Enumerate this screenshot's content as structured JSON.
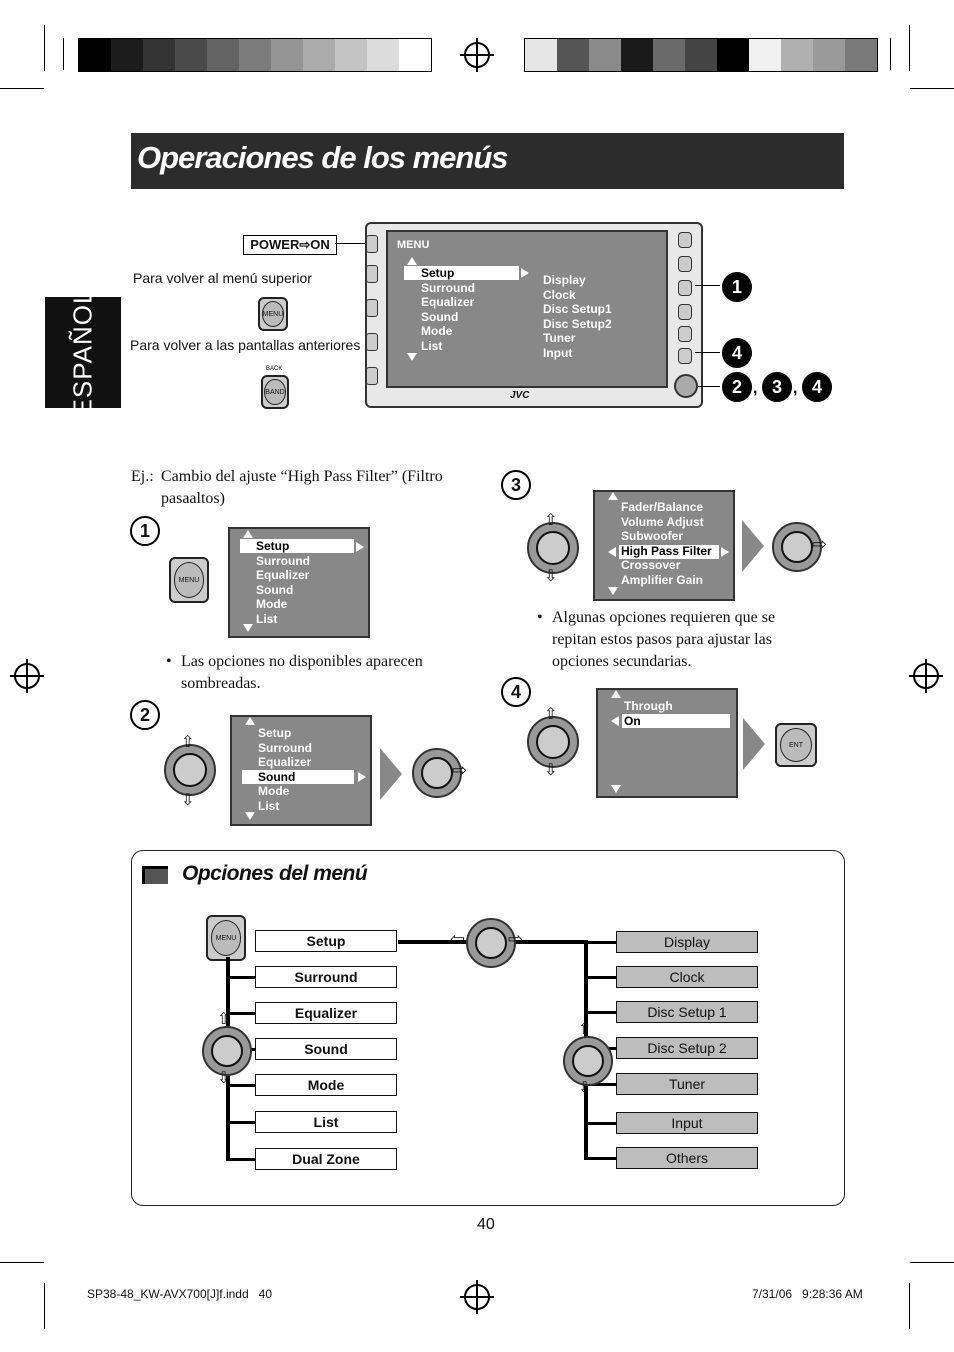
{
  "colors": {
    "title_bg": "#2c2c2c",
    "tab_bg": "#111111",
    "screen_bg": "#888888",
    "option_right_bg": "#bdbdbd"
  },
  "color_bar_left": [
    "#000000",
    "#1c1c1c",
    "#333333",
    "#4a4a4a",
    "#636363",
    "#7b7b7b",
    "#959595",
    "#ababab",
    "#c4c4c4",
    "#dcdcdc",
    "#ffffff"
  ],
  "color_bar_right": [
    "#e6e6e6",
    "#555555",
    "#8a8a8a",
    "#1a1a1a",
    "#6a6a6a",
    "#444444",
    "#000000",
    "#f0f0f0",
    "#b0b0b0",
    "#9a9a9a",
    "#7a7a7a"
  ],
  "title": "Operaciones de los menús",
  "side_tab": "ESPAÑOL",
  "top": {
    "power_label": "POWER⇨ON",
    "return_top": "Para volver al menú superior",
    "return_prev": "Para volver a las pantallas anteriores",
    "menu_btn": "MENU",
    "back_label": "BACK",
    "band_btn": "BAND",
    "screen_title": "MENU",
    "left_items": [
      "Setup",
      "Surround",
      "Equalizer",
      "Sound",
      "Mode",
      "List"
    ],
    "right_items": [
      "Display",
      "Clock",
      "Disc Setup1",
      "Disc Setup2",
      "Tuner",
      "Input"
    ],
    "brand": "JVC",
    "callout_1": "1",
    "callout_4": "4",
    "callout_234": [
      "2",
      "3",
      "4"
    ]
  },
  "example": {
    "intro_prefix": "Ej.:",
    "intro": "Cambio del ajuste “High Pass Filter” (Filtro pasaaltos)",
    "step1_num": "1",
    "step1_items": [
      "Setup",
      "Surround",
      "Equalizer",
      "Sound",
      "Mode",
      "List"
    ],
    "step1_note": "Las opciones no disponibles aparecen sombreadas.",
    "step2_num": "2",
    "step2_items": [
      "Setup",
      "Surround",
      "Equalizer",
      "Sound",
      "Mode",
      "List"
    ],
    "step3_num": "3",
    "step3_items": [
      "Fader/Balance",
      "Volume Adjust",
      "Subwoofer",
      "High Pass Filter",
      "Crossover",
      "Amplifier Gain"
    ],
    "step3_note": "Algunas opciones requieren que se repitan estos pasos para ajustar las opciones secundarias.",
    "step4_num": "4",
    "step4_items": [
      "Through",
      "On"
    ],
    "ent_btn": "ENT"
  },
  "options": {
    "heading": "Opciones del menú",
    "menu_btn": "MENU",
    "left": [
      "Setup",
      "Surround",
      "Equalizer",
      "Sound",
      "Mode",
      "List",
      "Dual Zone"
    ],
    "right": [
      "Display",
      "Clock",
      "Disc Setup 1",
      "Disc Setup 2",
      "Tuner",
      "Input",
      "Others"
    ]
  },
  "page_number": "40",
  "footer_left": "SP38-48_KW-AVX700[J]f.indd   40",
  "footer_right": "7/31/06   9:28:36 AM"
}
